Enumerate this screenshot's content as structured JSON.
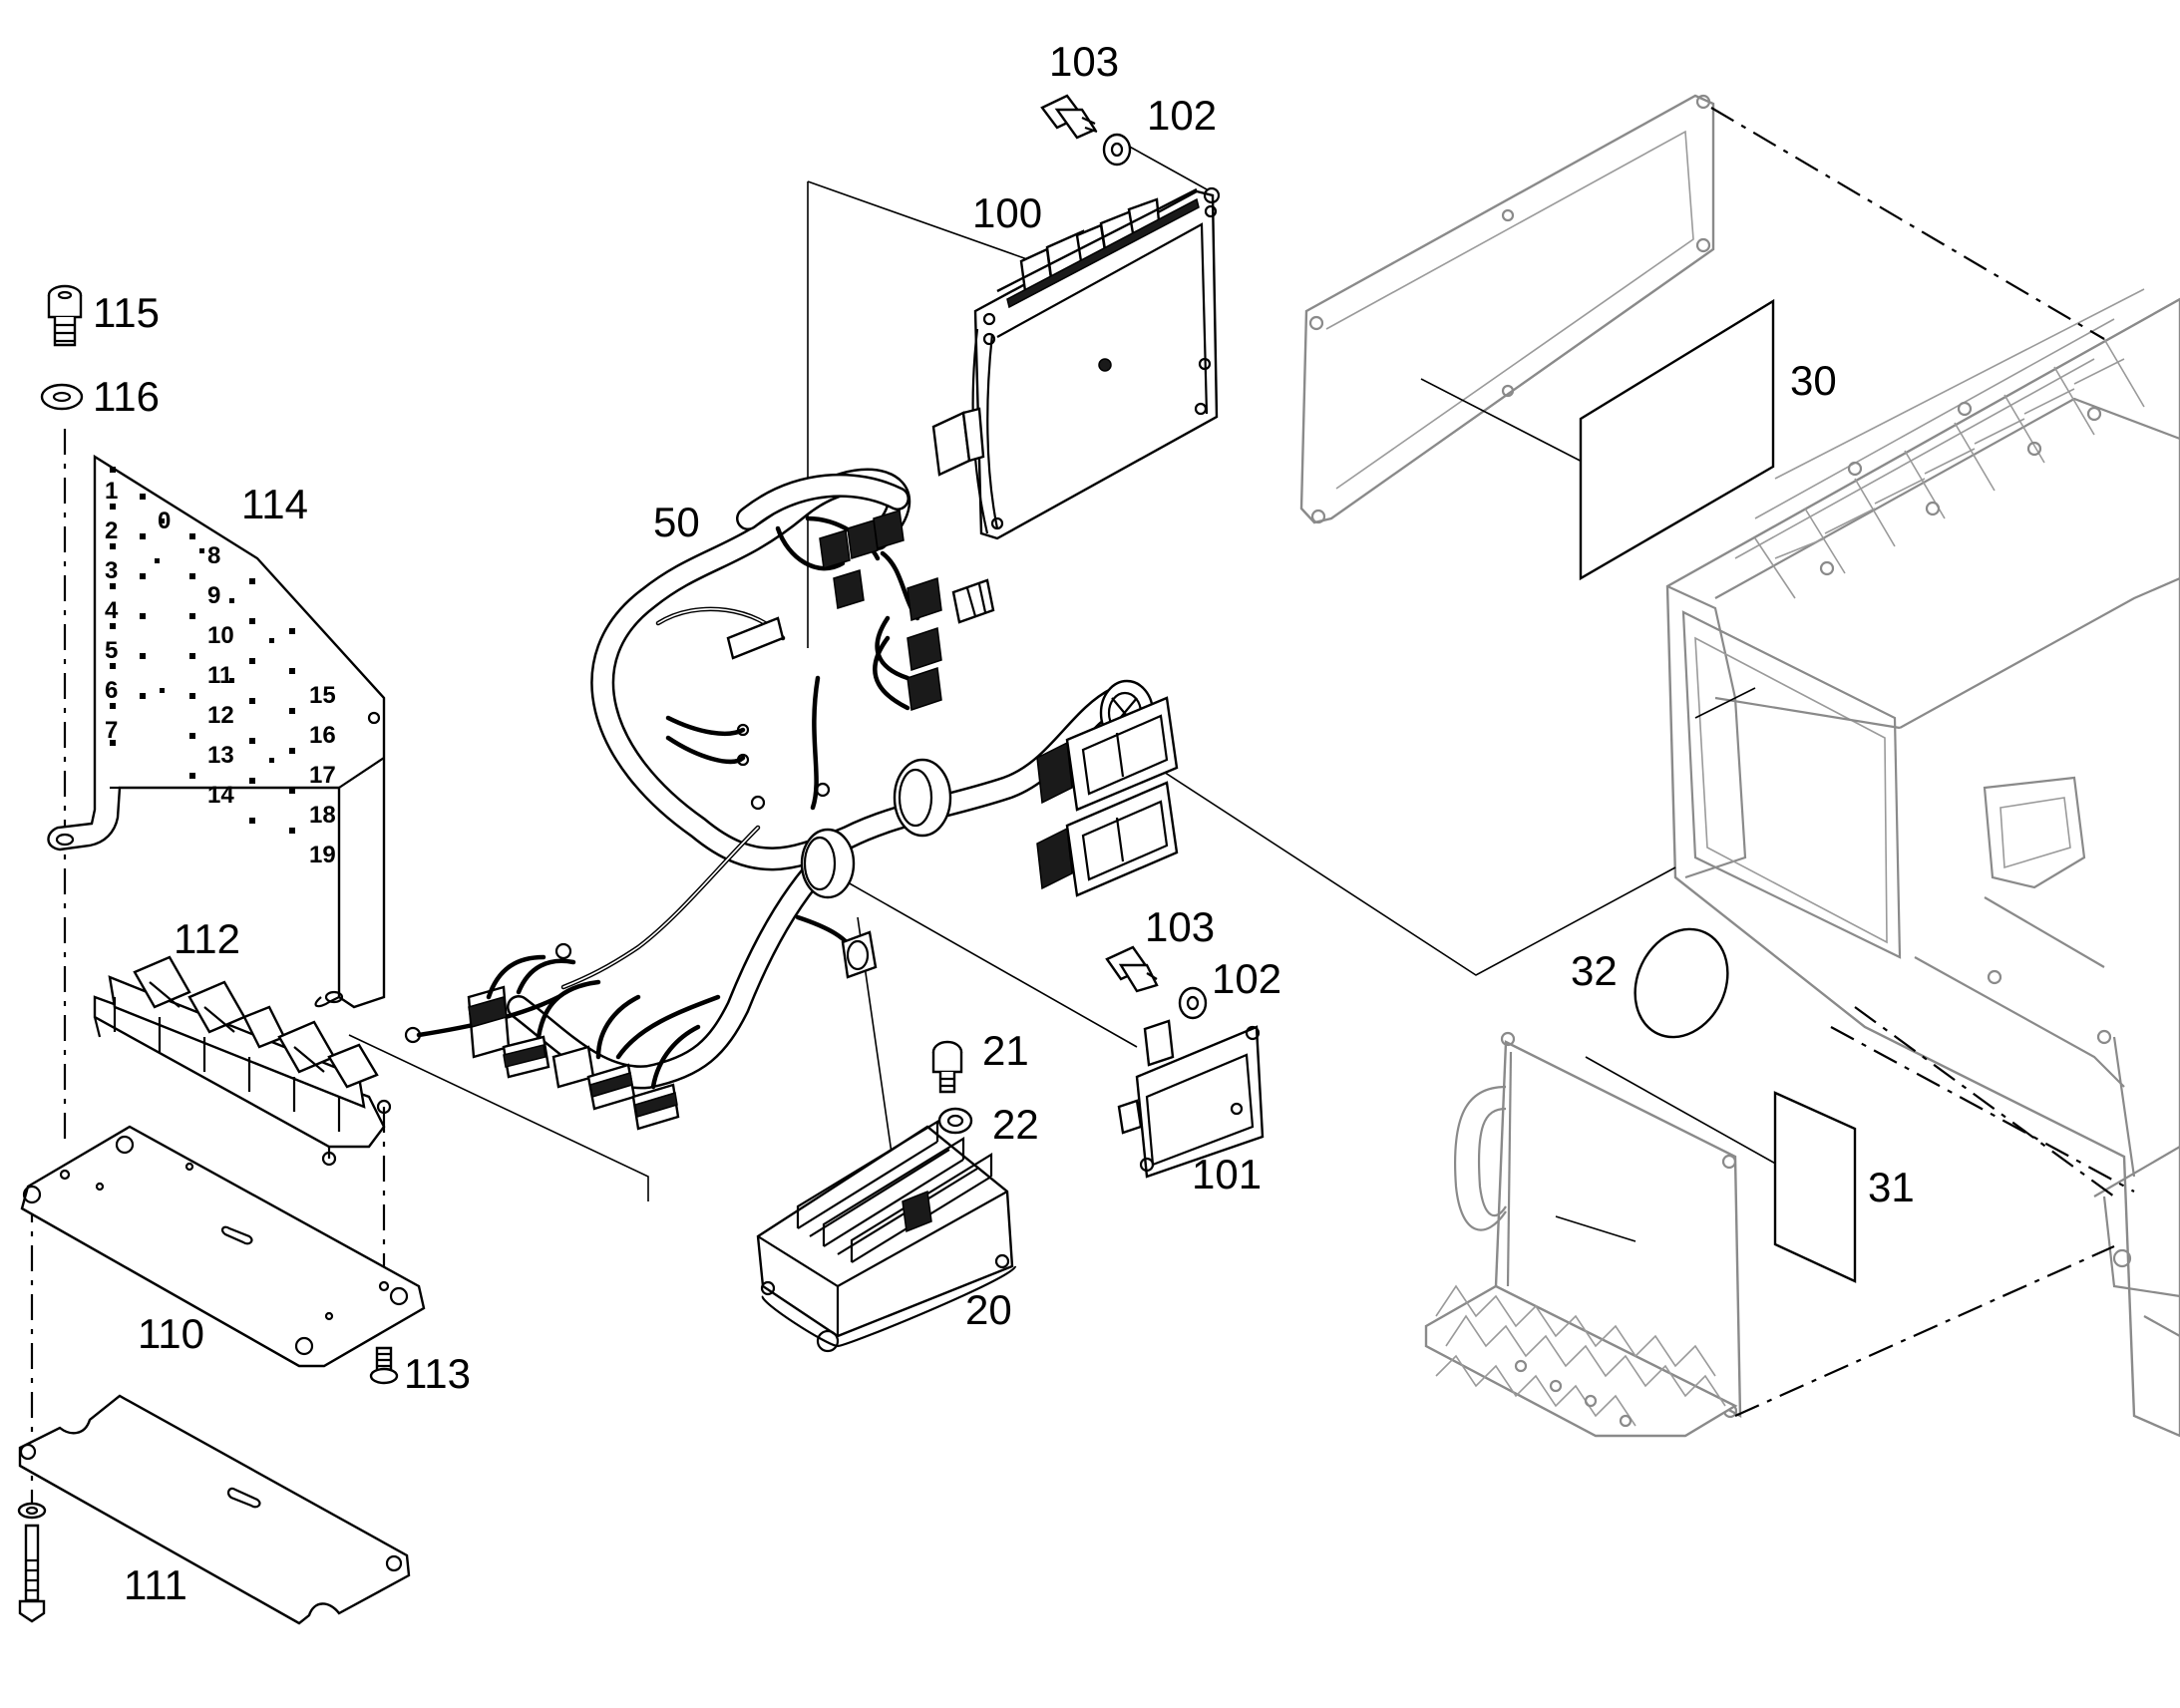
{
  "callouts": {
    "c103a": "103",
    "c102a": "102",
    "c100": "100",
    "c115": "115",
    "c116": "116",
    "c114": "114",
    "c50": "50",
    "c30": "30",
    "c112": "112",
    "c103b": "103",
    "c102b": "102",
    "c32": "32",
    "c21": "21",
    "c22": "22",
    "c101": "101",
    "c31": "31",
    "c110": "110",
    "c20": "20",
    "c113": "113",
    "c111": "111"
  },
  "plate_numbers": {
    "n1": "1",
    "n2": "2",
    "n3": "3",
    "n4": "4",
    "n5": "5",
    "n6": "6",
    "n7": "7",
    "n0": "0",
    "n8": "8",
    "n9": "9",
    "n10": "10",
    "n11": "11",
    "n12": "12",
    "n13": "13",
    "n14": "14",
    "n15": "15",
    "n16": "16",
    "n17": "17",
    "n18": "18",
    "n19": "19"
  }
}
